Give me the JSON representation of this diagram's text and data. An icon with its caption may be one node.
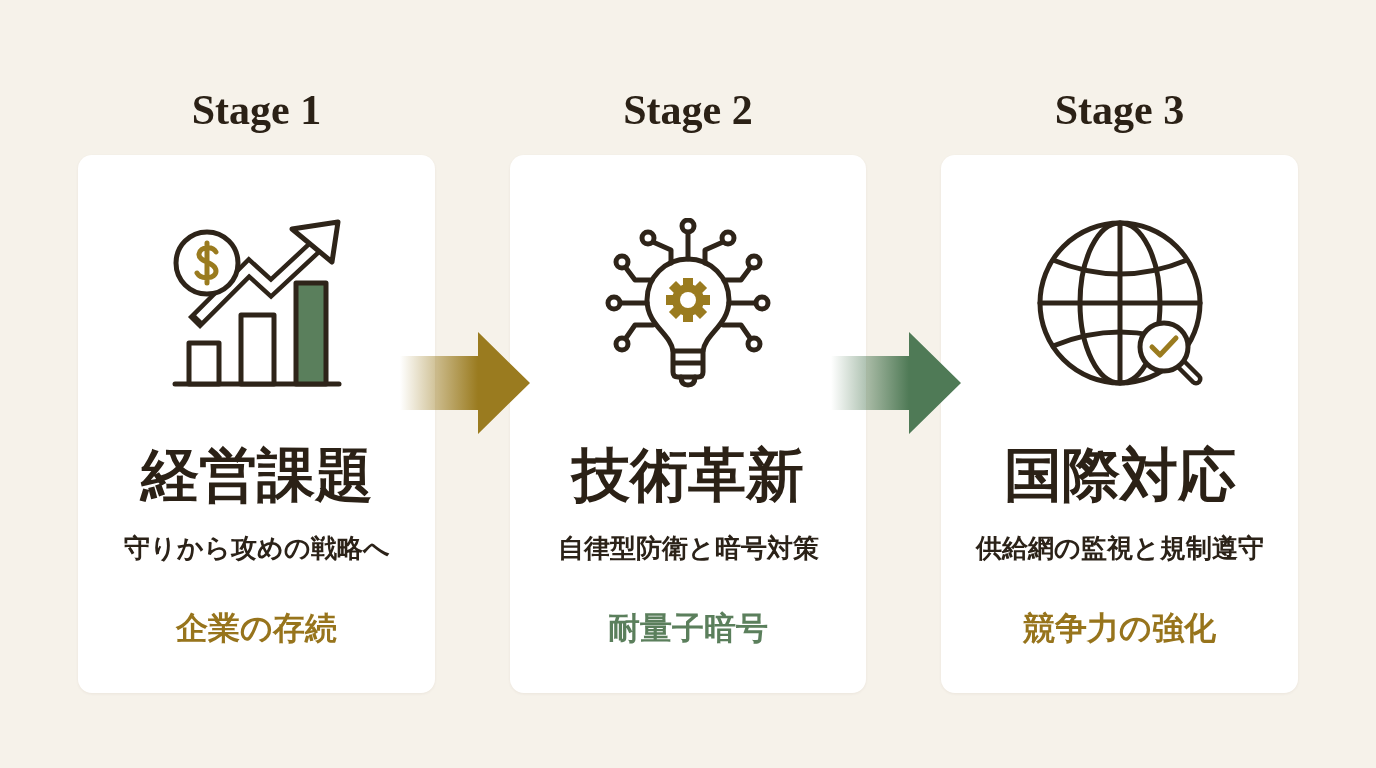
{
  "diagram": {
    "nodes": [
      {
        "text": [
          "Stage 1",
          "経営課題",
          "守りから攻めの戦略へ",
          "企業の存続"
        ]
      },
      {
        "text": [
          "Stage 2",
          "技術革新",
          "自律型防衛と暗号対策",
          "耐量子暗号"
        ]
      },
      {
        "text": [
          "Stage 3",
          "国際対応",
          "供給網の監視と規制遵守",
          "競争力の強化"
        ]
      }
    ],
    "edges": [
      {
        "from": 0,
        "to": 1,
        "arrow": "to",
        "color": "#9a7b1f"
      },
      {
        "from": 1,
        "to": 2,
        "arrow": "to",
        "color": "#4f7a56"
      }
    ]
  }
}
